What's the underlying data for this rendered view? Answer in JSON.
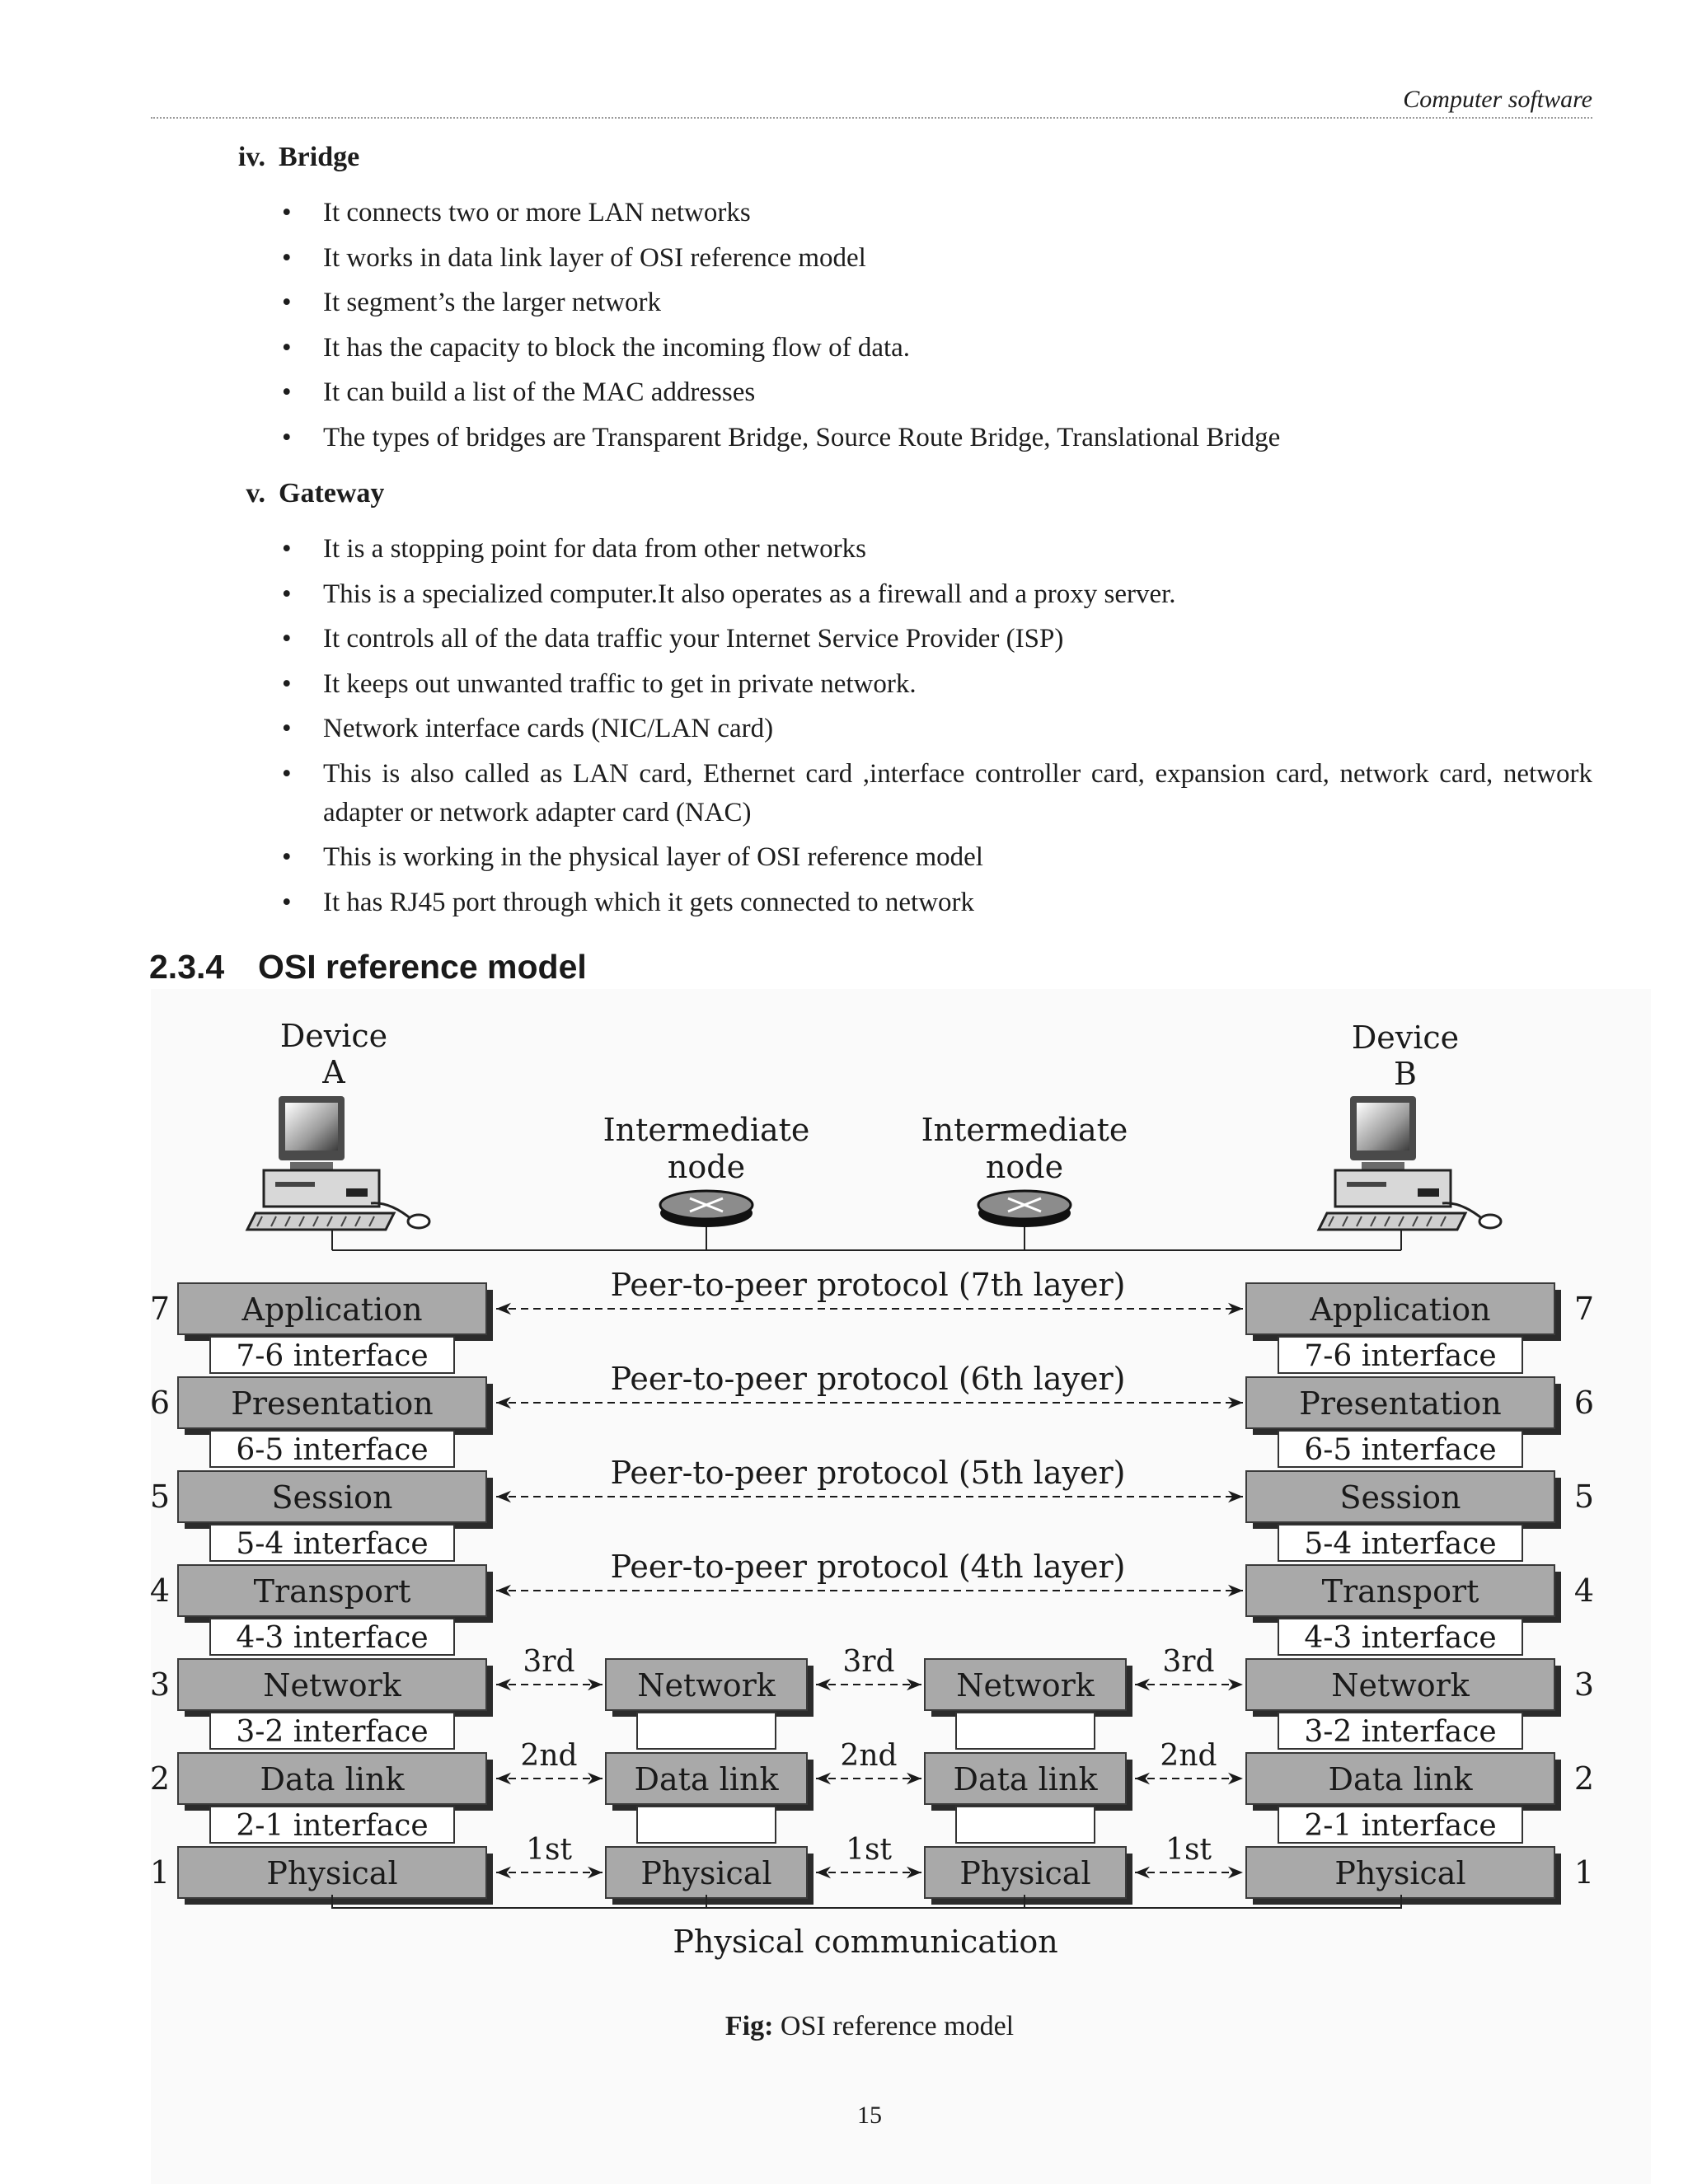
{
  "running_head": "Computer software",
  "bridge": {
    "number": "iv.",
    "title": "Bridge",
    "bullets": [
      "It connects two or more LAN networks",
      "It works in data link layer of OSI reference  model",
      "It segment’s the larger network",
      "It has the capacity to block the incoming flow of data.",
      "It can build a list of the MAC addresses",
      "The types of bridges are Transparent Bridge, Source Route Bridge, Translational Bridge"
    ]
  },
  "gateway": {
    "number": "v.",
    "title": "Gateway",
    "bullets": [
      "It is a stopping point for data from other networks",
      "This is a specialized computer.It also operates as a firewall and a proxy server.",
      "It controls all of the data traffic your Internet Service Provider (ISP)",
      "It keeps out unwanted traffic to get in private network.",
      "Network interface cards (NIC/LAN card)",
      "This is also called as LAN card, Ethernet card ,interface controller card, expansion card,  network card, network adapter or network adapter card (NAC)",
      "This is working in the physical layer of OSI reference model",
      "It has RJ45 port through which it gets connected to network"
    ]
  },
  "section": {
    "number": "2.3.4",
    "title": "OSI reference model"
  },
  "diagram": {
    "device_a": [
      "Device",
      "A"
    ],
    "device_b": [
      "Device",
      "B"
    ],
    "intermediate_node": [
      "Intermediate",
      "node"
    ],
    "layers": [
      {
        "num": "7",
        "name": "Application"
      },
      {
        "num": "6",
        "name": "Presentation"
      },
      {
        "num": "5",
        "name": "Session"
      },
      {
        "num": "4",
        "name": "Transport"
      },
      {
        "num": "3",
        "name": "Network"
      },
      {
        "num": "2",
        "name": "Data link"
      },
      {
        "num": "1",
        "name": "Physical"
      }
    ],
    "interfaces": [
      "7-6 interface",
      "6-5 interface",
      "5-4 interface",
      "4-3 interface",
      "3-2 interface",
      "2-1 interface"
    ],
    "peer_protocols": [
      "Peer-to-peer protocol (7th layer)",
      "Peer-to-peer protocol (6th layer)",
      "Peer-to-peer protocol (5th layer)",
      "Peer-to-peer protocol (4th layer)"
    ],
    "hop_labels": [
      "3rd",
      "2nd",
      "1st"
    ],
    "node_layers": [
      "Network",
      "Data link",
      "Physical"
    ],
    "physical_communication": "Physical communication"
  },
  "caption": {
    "label": "Fig:",
    "text": "OSI reference model"
  },
  "page_number": "15"
}
